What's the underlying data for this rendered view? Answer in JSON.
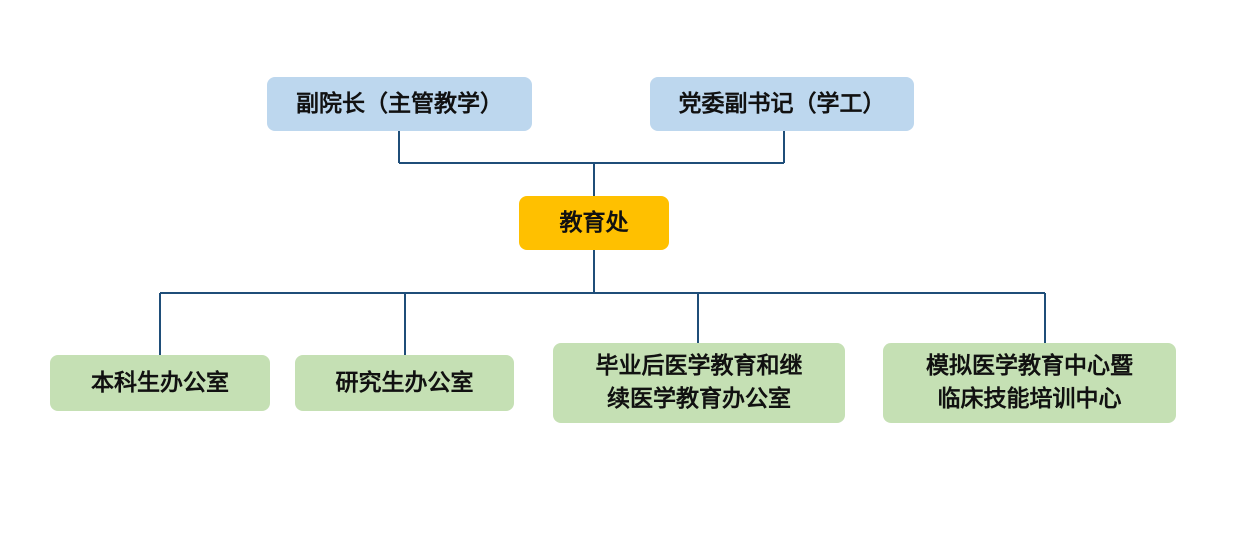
{
  "leaders": {
    "vice_president": "副院长（主管教学）",
    "party_secretary": "党委副书记（学工）"
  },
  "center": {
    "label": "教育处"
  },
  "departments": [
    {
      "label": "本科生办公室"
    },
    {
      "label": "研究生办公室"
    },
    {
      "label": "毕业后医学教育和继\n续医学教育办公室"
    },
    {
      "label": "模拟医学教育中心暨\n临床技能培训中心"
    }
  ],
  "colors": {
    "leader_fill": "#bdd7ee",
    "center_fill": "#ffc000",
    "department_fill": "#c5e0b4",
    "connector": "#1f4e79"
  }
}
